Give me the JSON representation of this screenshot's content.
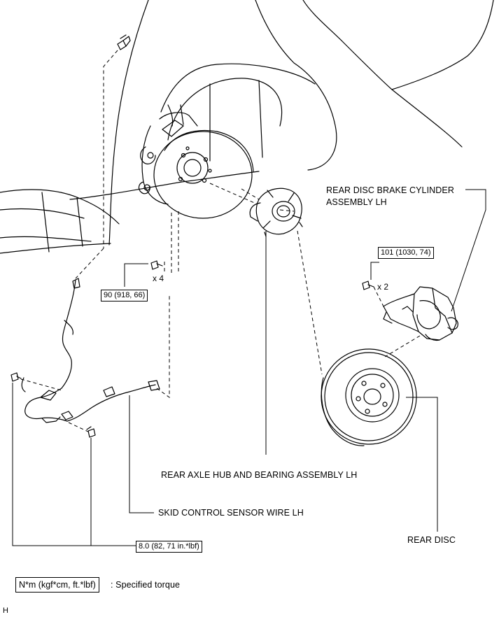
{
  "labels": {
    "brake_cylinder_line1": "REAR DISC BRAKE CYLINDER",
    "brake_cylinder_line2": "ASSEMBLY LH",
    "axle_hub": "REAR AXLE HUB AND BEARING ASSEMBLY LH",
    "sensor_wire": "SKID CONTROL SENSOR WIRE LH",
    "rear_disc": "REAR DISC"
  },
  "torques": {
    "caliper_bolt": "101 (1030, 74)",
    "hub_bolt": "90 (918, 66)",
    "sensor_bolt": "8.0 (82, 71 in.*lbf)"
  },
  "quantities": {
    "hub_bolt_qty": "x 4",
    "caliper_bolt_qty": "x 2"
  },
  "legend": {
    "unit_box": "N*m (kgf*cm, ft.*lbf)",
    "description": ": Specified torque"
  },
  "corner_mark": "H"
}
